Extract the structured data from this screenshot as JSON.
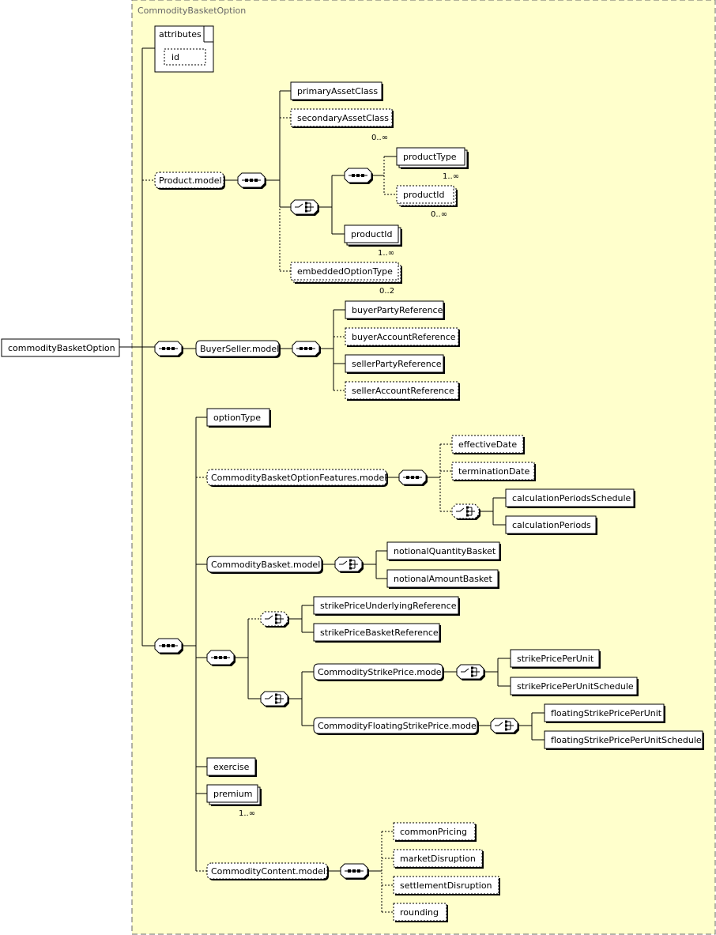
{
  "colors": {
    "background": "#ffffcc",
    "border": "#666666",
    "title_text": "#666666",
    "shadow": "#000000",
    "line": "#000000"
  },
  "diagram": {
    "title": "CommodityBasketOption",
    "root": "commodityBasketOption",
    "attributes": {
      "label": "attributes",
      "items": [
        "id"
      ]
    },
    "elements": {
      "primaryAssetClass": "primaryAssetClass",
      "secondaryAssetClass": "secondaryAssetClass",
      "productType": "productType",
      "productId_optional": "productId",
      "productId_required": "productId",
      "embeddedOptionType": "embeddedOptionType",
      "buyerPartyReference": "buyerPartyReference",
      "buyerAccountReference": "buyerAccountReference",
      "sellerPartyReference": "sellerPartyReference",
      "sellerAccountReference": "sellerAccountReference",
      "optionType": "optionType",
      "effectiveDate": "effectiveDate",
      "terminationDate": "terminationDate",
      "calculationPeriodsSchedule": "calculationPeriodsSchedule",
      "calculationPeriods": "calculationPeriods",
      "notionalQuantityBasket": "notionalQuantityBasket",
      "notionalAmountBasket": "notionalAmountBasket",
      "strikePriceUnderlyingReference": "strikePriceUnderlyingReference",
      "strikePriceBasketReference": "strikePriceBasketReference",
      "strikePricePerUnit": "strikePricePerUnit",
      "strikePricePerUnitSchedule": "strikePricePerUnitSchedule",
      "floatingStrikePricePerUnit": "floatingStrikePricePerUnit",
      "floatingStrikePricePerUnitSchedule": "floatingStrikePricePerUnitSchedule",
      "exercise": "exercise",
      "premium": "premium",
      "commonPricing": "commonPricing",
      "marketDisruption": "marketDisruption",
      "settlementDisruption": "settlementDisruption",
      "rounding": "rounding"
    },
    "groups": {
      "product": "Product.model",
      "buyerSeller": "BuyerSeller.model",
      "features": "CommodityBasketOptionFeatures.model",
      "basket": "CommodityBasket.model",
      "strikePrice": "CommodityStrikePrice.model",
      "floatingStrikePrice": "CommodityFloatingStrikePrice.model",
      "content": "CommodityContent.model"
    },
    "cardinalities": {
      "secondaryAssetClass": "0..∞",
      "productType": "1..∞",
      "productId_optional": "0..∞",
      "productId_required": "1..∞",
      "embeddedOptionType": "0..2",
      "premium": "1..∞"
    },
    "compositor_icons": {
      "sequence": "sequence-icon",
      "choice": "choice-icon"
    }
  }
}
